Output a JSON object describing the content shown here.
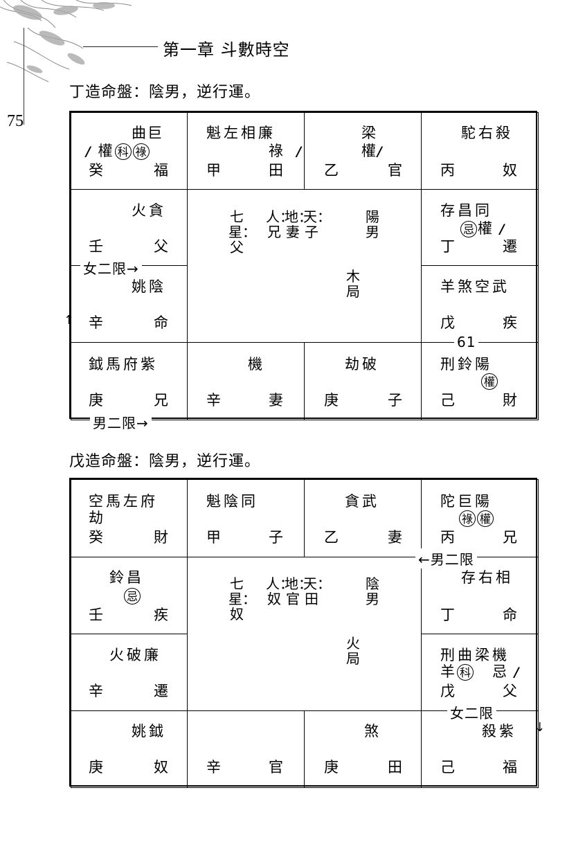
{
  "header": {
    "chapter": "第一章 斗數時空",
    "page_number": "75"
  },
  "chart1": {
    "caption": "丁造命盤：陰男，逆行運。",
    "cells": {
      "r0c0": {
        "stars": "曲巨",
        "mark_slash": "/",
        "mark_text": "權",
        "circ1": "科",
        "circ2": "祿",
        "stem": "癸",
        "palace": "福"
      },
      "r0c1": {
        "stars": "魁左相廉",
        "sub": "祿",
        "slash": "/",
        "stem": "甲",
        "palace": "田"
      },
      "r0c2": {
        "stars": "梁",
        "sub": "權",
        "slash": "/",
        "stem": "乙",
        "palace": "官"
      },
      "r0c3": {
        "stars": "駝右殺",
        "stem": "丙",
        "palace": "奴"
      },
      "r1c0": {
        "stars": "火貪",
        "stem": "壬",
        "palace": "父"
      },
      "r1c3": {
        "stars": "存昌同",
        "circ": "忌",
        "sub": "權",
        "slash": "/",
        "stem": "丁",
        "palace": "遷"
      },
      "r2c0": {
        "stars": "姚陰",
        "stem": "辛",
        "palace": "命"
      },
      "r2c3": {
        "stars": "羊煞空武",
        "stem": "戊",
        "palace": "疾"
      },
      "r3c0": {
        "stars": "鉞馬府紫",
        "stem": "庚",
        "palace": "兄"
      },
      "r3c1": {
        "stars": "機",
        "stem": "辛",
        "palace": "妻"
      },
      "r3c2": {
        "stars": "劫破",
        "stem": "庚",
        "palace": "子"
      },
      "r3c3": {
        "stars": "刑鈴陽",
        "circ": "權",
        "stem": "己",
        "palace": "財"
      }
    },
    "center": {
      "qixing": "七星：父",
      "ren": "人：兄",
      "di": "地：妻",
      "tian": "天：子",
      "yinyang": "陽男",
      "ju": "木局"
    },
    "annotations": {
      "female_limit": "女二限",
      "male_limit": "男二限",
      "age": "61"
    }
  },
  "chart2": {
    "caption": "戊造命盤：陰男，逆行運。",
    "cells": {
      "r0c0": {
        "stars": "空馬左府",
        "sub": "劫",
        "stem": "癸",
        "palace": "財"
      },
      "r0c1": {
        "stars": "魁陰同",
        "stem": "甲",
        "palace": "子"
      },
      "r0c2": {
        "stars": "貪武",
        "stem": "乙",
        "palace": "妻"
      },
      "r0c3": {
        "stars": "陀巨陽",
        "circ1": "祿",
        "circ2": "權",
        "stem": "丙",
        "palace": "兄"
      },
      "r1c0": {
        "stars": "鈴昌",
        "circ": "忌",
        "stem": "壬",
        "palace": "疾"
      },
      "r1c3": {
        "stars": "存右相",
        "stem": "丁",
        "palace": "命"
      },
      "r2c0": {
        "stars": "火破廉",
        "stem": "辛",
        "palace": "遷"
      },
      "r2c3": {
        "stars": "刑曲梁機",
        "sub_pre": "羊",
        "circ": "科",
        "sub_post": "忌",
        "slash": "/",
        "stem": "戊",
        "palace": "父"
      },
      "r3c0": {
        "stars": "姚鉞",
        "stem": "庚",
        "palace": "奴"
      },
      "r3c1": {
        "stem": "辛",
        "palace": "官"
      },
      "r3c2": {
        "stars": "煞",
        "stem": "庚",
        "palace": "田"
      },
      "r3c3": {
        "stars": "殺紫",
        "stem": "己",
        "palace": "福"
      }
    },
    "center": {
      "qixing": "七星：奴",
      "ren": "人：奴",
      "di": "地：官",
      "tian": "天：田",
      "yinyang": "陰男",
      "ju": "火局"
    },
    "annotations": {
      "male_limit": "男二限",
      "female_limit": "女二限"
    }
  },
  "icons": [
    "decorative-plant-icon",
    "arrow-right-icon",
    "arrow-left-icon",
    "arrow-up-icon",
    "arrow-down-icon"
  ]
}
